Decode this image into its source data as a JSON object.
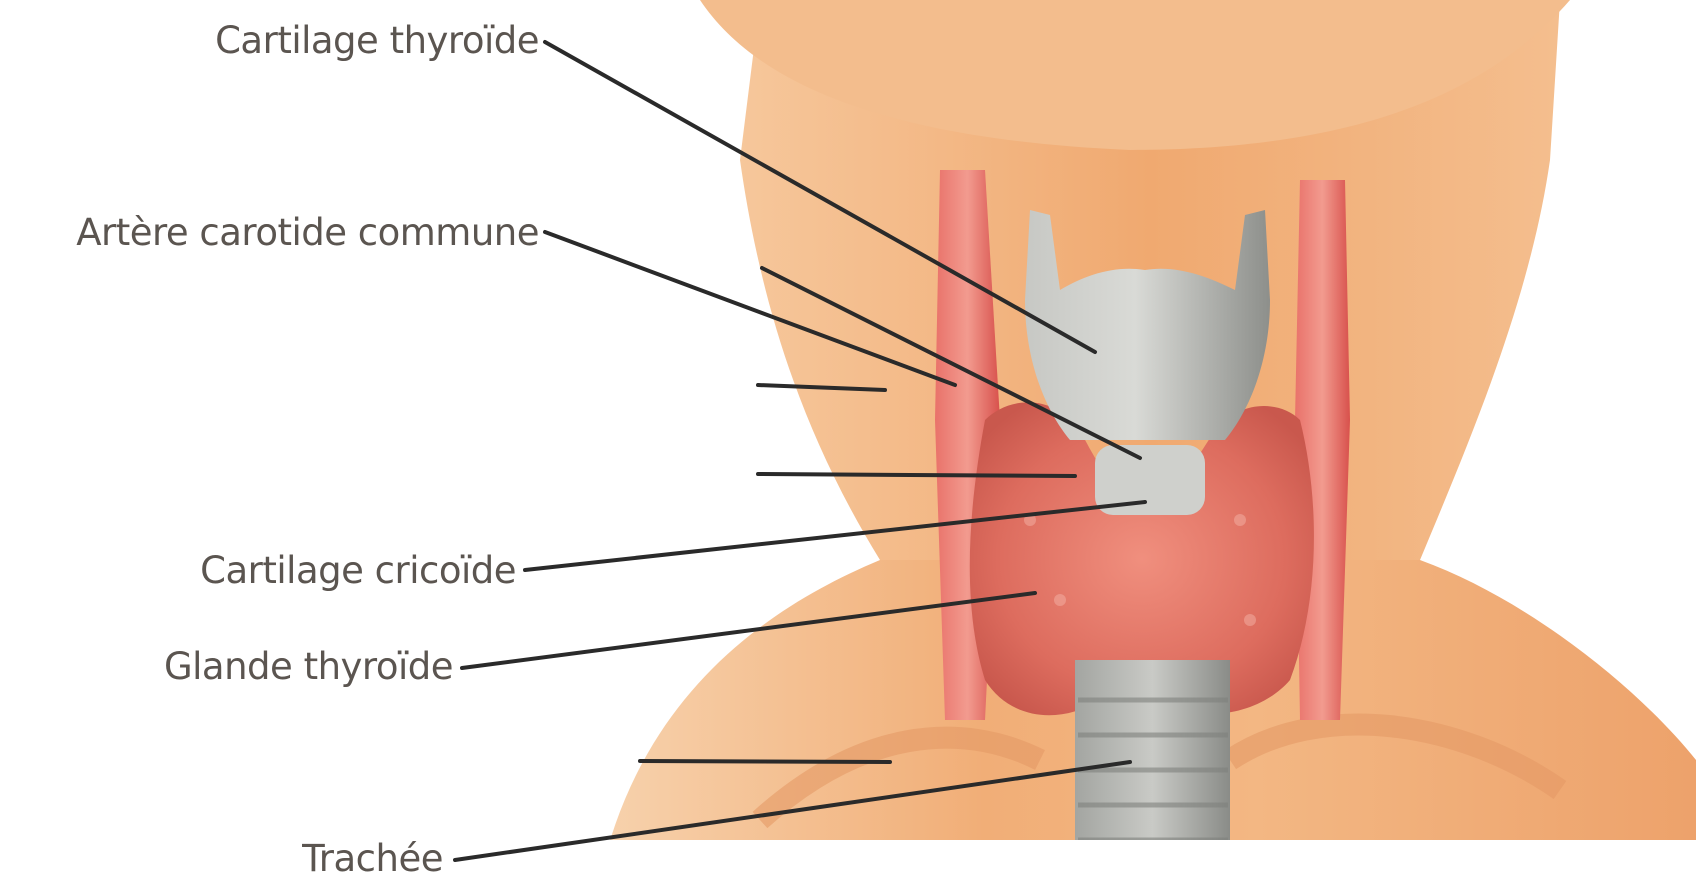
{
  "labels": {
    "thyroid_cartilage": "Cartilage thyroïde",
    "common_carotid": "Artère carotide commune",
    "cricoid_cartilage": "Cartilage cricoïde",
    "thyroid_gland": "Glande thyroïde",
    "trachea": "Trachée"
  },
  "colors": {
    "skin": "#f2b27d",
    "skin_shadow": "#e39560",
    "artery": "#d9534f",
    "cartilage": "#a9aaa6",
    "thyroid_gland": "#d96a5f",
    "leader_line": "#2a2a2a",
    "label_text": "#5b5550"
  }
}
